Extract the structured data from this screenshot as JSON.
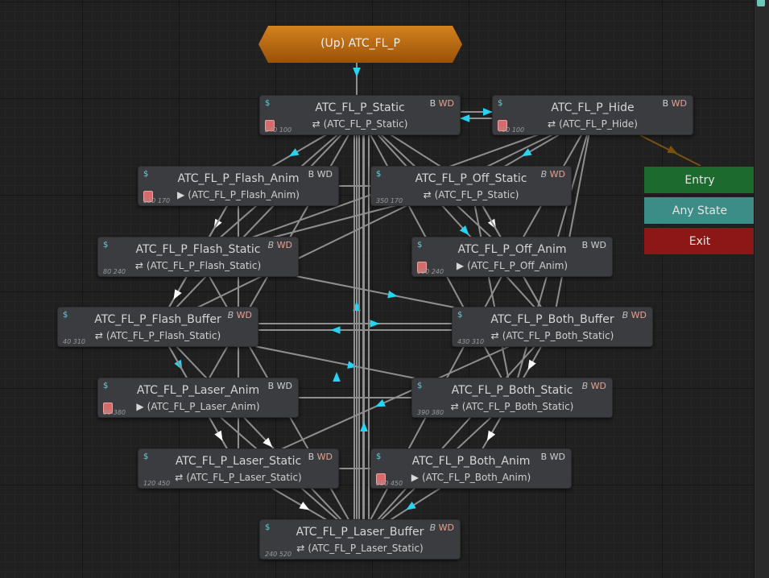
{
  "up_state": {
    "label": "(Up) ATC_FL_P"
  },
  "states": [
    {
      "id": "static",
      "name": "ATC_FL_P_Static",
      "motion": "(ATC_FL_P_Static)",
      "motion_kind": "blend",
      "flags": "B",
      "flags_italic": false,
      "wd_boxed": true,
      "pos": "240 100",
      "has_doc": true
    },
    {
      "id": "hide",
      "name": "ATC_FL_P_Hide",
      "motion": "(ATC_FL_P_Hide)",
      "motion_kind": "blend",
      "flags": "B",
      "flags_italic": false,
      "wd_boxed": true,
      "pos": "400 100",
      "has_doc": true
    },
    {
      "id": "flash_anim",
      "name": "ATC_FL_P_Flash_Anim",
      "motion": "(ATC_FL_P_Flash_Anim)",
      "motion_kind": "play",
      "flags": "B",
      "flags_italic": false,
      "wd_boxed": false,
      "pos": "120 170",
      "has_doc": true
    },
    {
      "id": "off_static",
      "name": "ATC_FL_P_Off_Static",
      "motion": "(ATC_FL_P_Static)",
      "motion_kind": "blend",
      "flags": "B",
      "flags_italic": true,
      "wd_boxed": true,
      "pos": "350 170",
      "has_doc": false
    },
    {
      "id": "flash_static",
      "name": "ATC_FL_P_Flash_Static",
      "motion": "(ATC_FL_P_Flash_Static)",
      "motion_kind": "blend",
      "flags": "B",
      "flags_italic": true,
      "wd_boxed": true,
      "pos": "80 240",
      "has_doc": false
    },
    {
      "id": "off_anim",
      "name": "ATC_FL_P_Off_Anim",
      "motion": "(ATC_FL_P_Off_Anim)",
      "motion_kind": "play",
      "flags": "B",
      "flags_italic": false,
      "wd_boxed": false,
      "pos": "390 240",
      "has_doc": true
    },
    {
      "id": "flash_buffer",
      "name": "ATC_FL_P_Flash_Buffer",
      "motion": "(ATC_FL_P_Flash_Static)",
      "motion_kind": "blend",
      "flags": "B",
      "flags_italic": true,
      "wd_boxed": true,
      "pos": "40 310",
      "has_doc": false
    },
    {
      "id": "both_buffer",
      "name": "ATC_FL_P_Both_Buffer",
      "motion": "(ATC_FL_P_Both_Static)",
      "motion_kind": "blend",
      "flags": "B",
      "flags_italic": true,
      "wd_boxed": true,
      "pos": "430 310",
      "has_doc": false
    },
    {
      "id": "laser_anim",
      "name": "ATC_FL_P_Laser_Anim",
      "motion": "(ATC_FL_P_Laser_Anim)",
      "motion_kind": "play",
      "flags": "B",
      "flags_italic": false,
      "wd_boxed": false,
      "pos": "80 380",
      "has_doc": true
    },
    {
      "id": "both_static",
      "name": "ATC_FL_P_Both_Static",
      "motion": "(ATC_FL_P_Both_Static)",
      "motion_kind": "blend",
      "flags": "B",
      "flags_italic": true,
      "wd_boxed": true,
      "pos": "390 380",
      "has_doc": false
    },
    {
      "id": "laser_static",
      "name": "ATC_FL_P_Laser_Static",
      "motion": "(ATC_FL_P_Laser_Static)",
      "motion_kind": "blend",
      "flags": "B",
      "flags_italic": false,
      "wd_boxed": true,
      "pos": "120 450",
      "has_doc": false
    },
    {
      "id": "both_anim",
      "name": "ATC_FL_P_Both_Anim",
      "motion": "(ATC_FL_P_Both_Anim)",
      "motion_kind": "play",
      "flags": "B",
      "flags_italic": false,
      "wd_boxed": false,
      "pos": "350 450",
      "has_doc": true
    },
    {
      "id": "laser_buffer",
      "name": "ATC_FL_P_Laser_Buffer",
      "motion": "(ATC_FL_P_Laser_Static)",
      "motion_kind": "blend",
      "flags": "B",
      "flags_italic": true,
      "wd_boxed": true,
      "pos": "240 520",
      "has_doc": false
    }
  ],
  "side_nodes": {
    "entry": "Entry",
    "any_state": "Any State",
    "exit": "Exit"
  },
  "wd_label": "WD",
  "colors": {
    "state_fill": "#3b3c3f",
    "up_fill": "#c0701a",
    "entry_fill": "#1d6a2e",
    "any_state_fill": "#3c8c87",
    "exit_fill": "#8c1717",
    "edge": "#8f8f8f",
    "arrow_selected": "#29d3f0",
    "arrow_default": "#ffffff",
    "entry_link": "#7a5210"
  },
  "icons": {
    "blend": "loop-icon",
    "play": "play-icon",
    "state": "script-icon",
    "record": "file-icon"
  }
}
